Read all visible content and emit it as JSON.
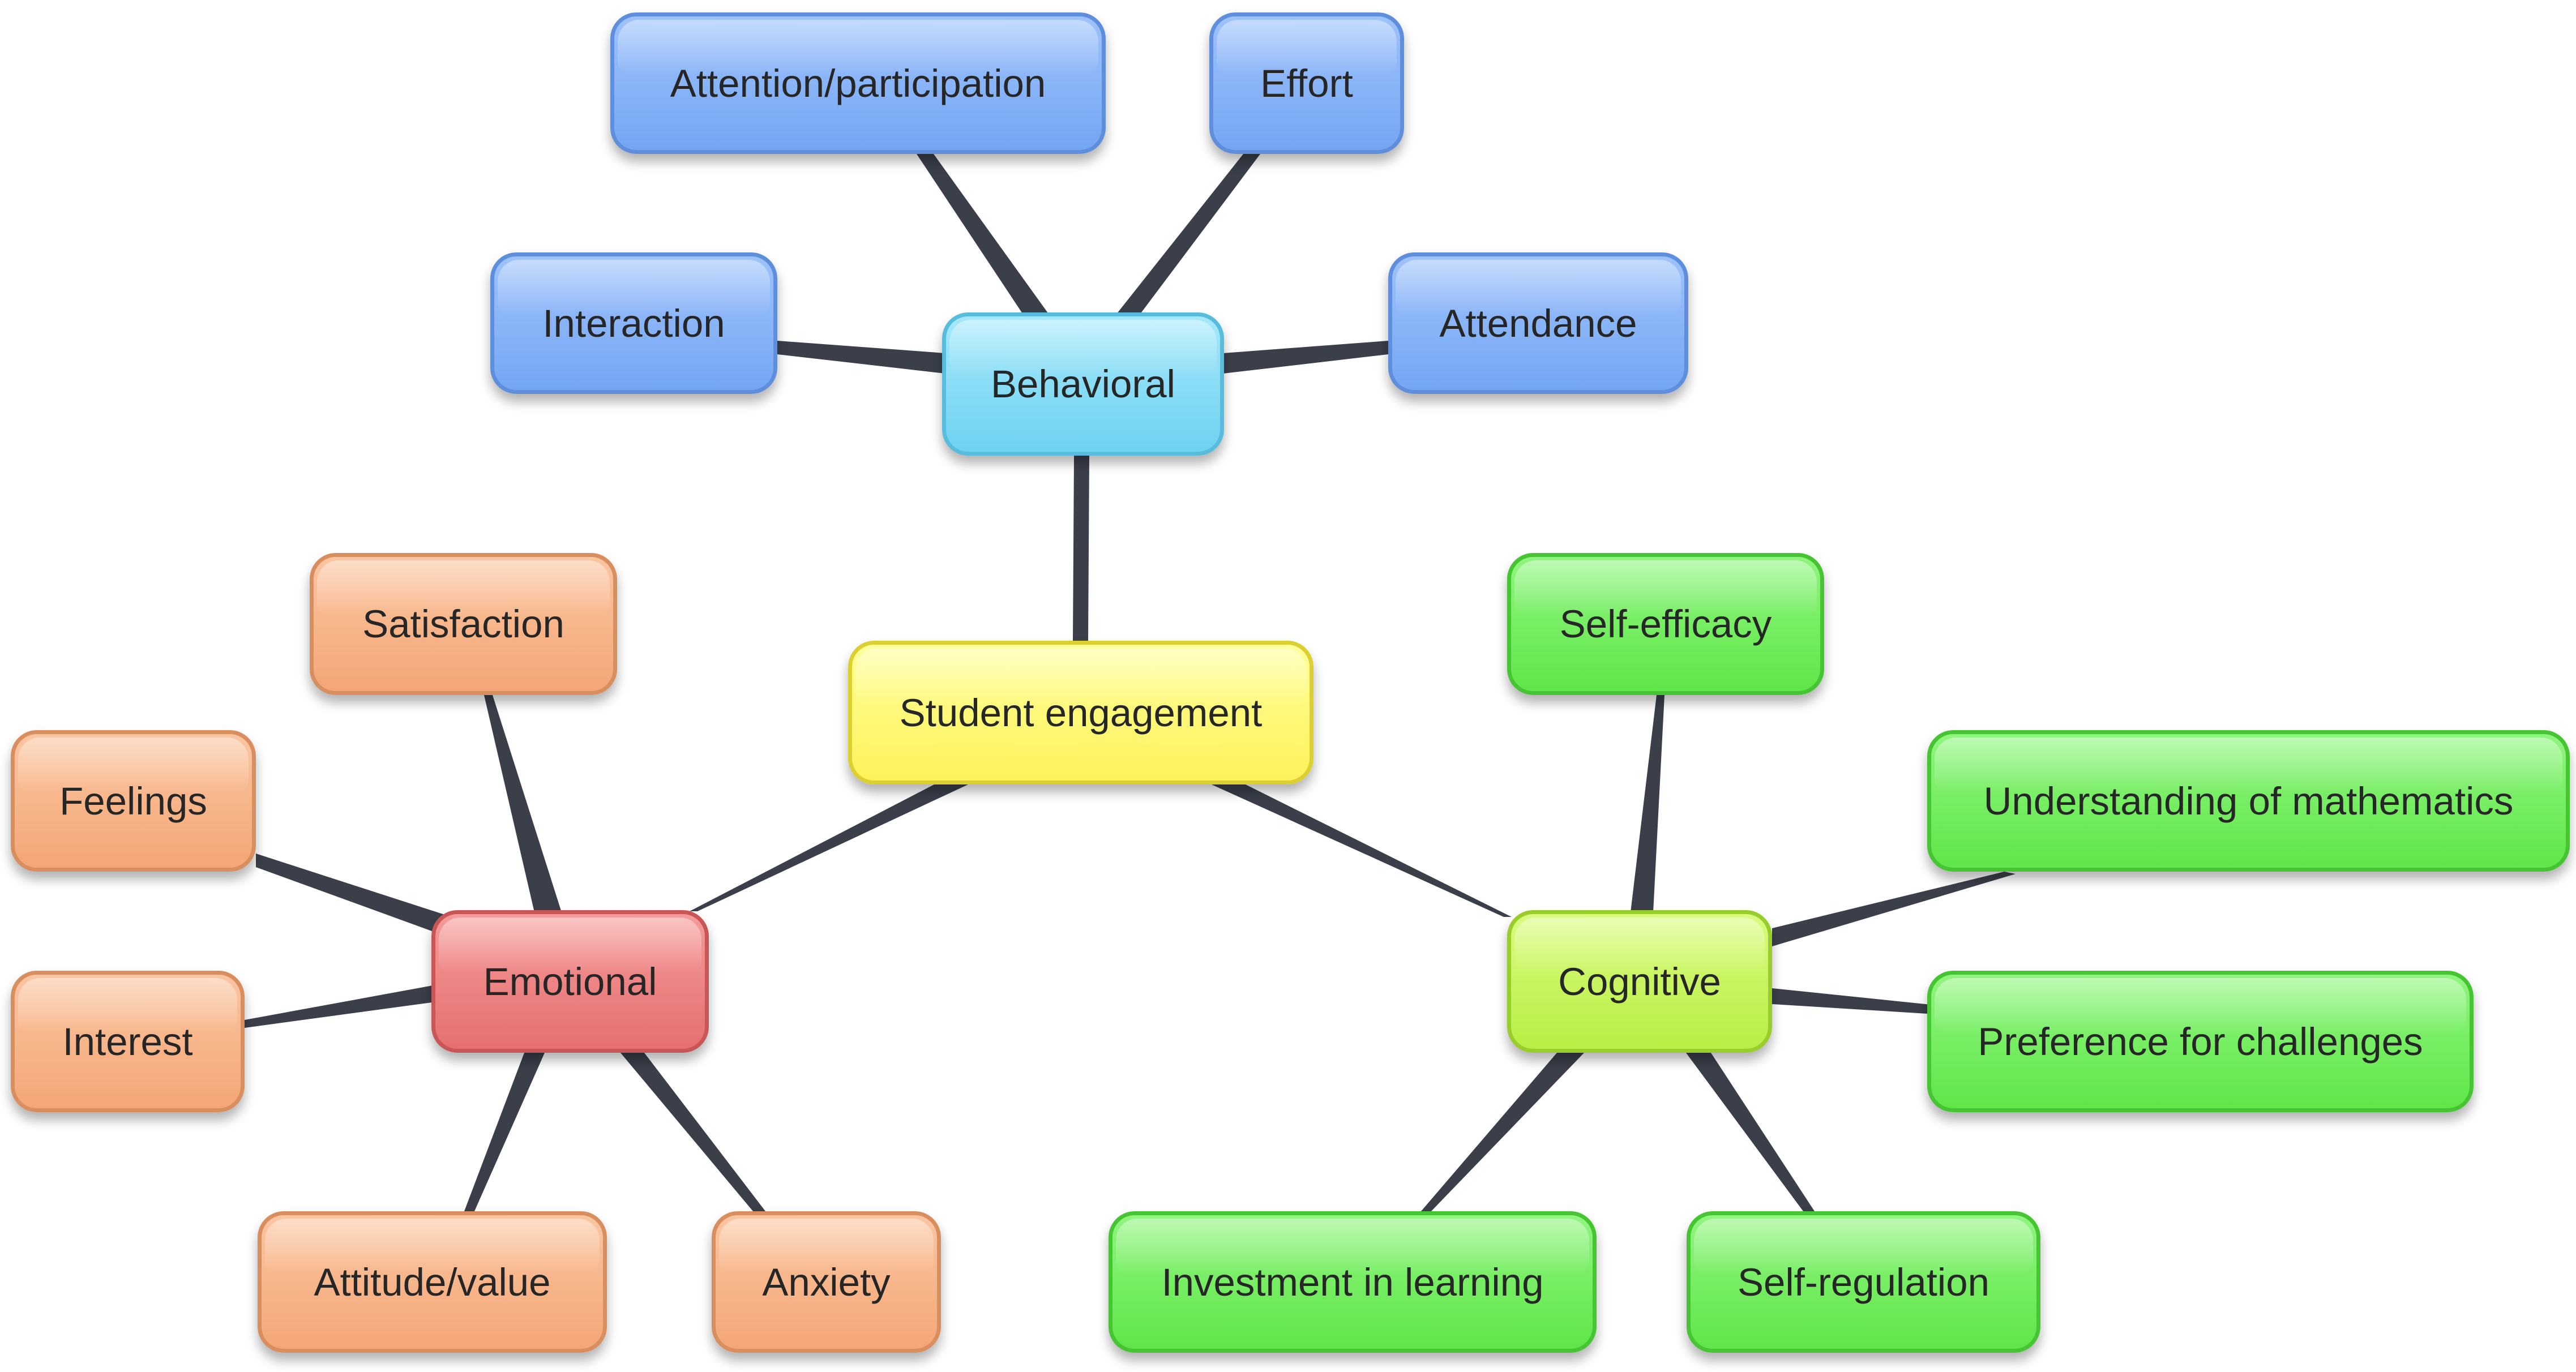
{
  "diagram": {
    "center": {
      "label": "Student engagement",
      "color": "#fdf25a"
    },
    "branches": [
      {
        "label": "Behavioral",
        "color": "#6fd2f1",
        "children": [
          {
            "label": "Attention/participation",
            "color": "#75a6f3"
          },
          {
            "label": "Effort",
            "color": "#75a6f3"
          },
          {
            "label": "Interaction",
            "color": "#75a6f3"
          },
          {
            "label": "Attendance",
            "color": "#75a6f3"
          }
        ]
      },
      {
        "label": "Emotional",
        "color": "#e66f6f",
        "children": [
          {
            "label": "Satisfaction",
            "color": "#f4a676"
          },
          {
            "label": "Feelings",
            "color": "#f4a676"
          },
          {
            "label": "Interest",
            "color": "#f4a676"
          },
          {
            "label": "Attitude/value",
            "color": "#f4a676"
          },
          {
            "label": "Anxiety",
            "color": "#f4a676"
          }
        ]
      },
      {
        "label": "Cognitive",
        "color": "#b8ee44",
        "children": [
          {
            "label": "Self-efficacy",
            "color": "#5fe648"
          },
          {
            "label": "Understanding of mathematics",
            "color": "#5fe648"
          },
          {
            "label": "Preference for challenges",
            "color": "#5fe648"
          },
          {
            "label": "Investment in learning",
            "color": "#5fe648"
          },
          {
            "label": "Self-regulation",
            "color": "#5fe648"
          }
        ]
      }
    ]
  }
}
